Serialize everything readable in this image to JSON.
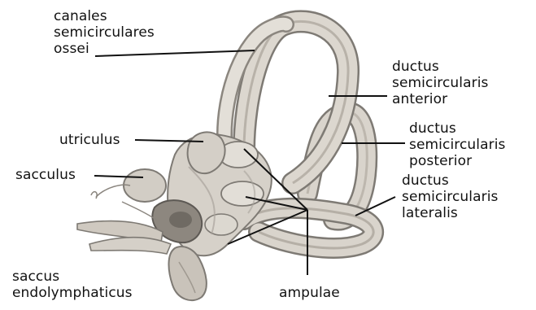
{
  "labels": {
    "canales": "canales\nsemicirculares\nossei",
    "ductus_anterior": "ductus\nsemicircularis\nanterior",
    "utriculus": "utriculus",
    "ductus_posterior": "ductus\nsemicircularis\nposterior",
    "sacculus": "sacculus",
    "ductus_lateralis": "ductus\nsemicircularis\nlateralis",
    "saccus": "saccus\nendolymphaticus",
    "ampulae": "ampulae"
  },
  "colors": {
    "background": "#ffffff",
    "tissue": "#d9d4cc",
    "tissue_edge": "#7e7a74",
    "tissue_shadow": "#a9a49c",
    "leader_line": "#111111"
  }
}
